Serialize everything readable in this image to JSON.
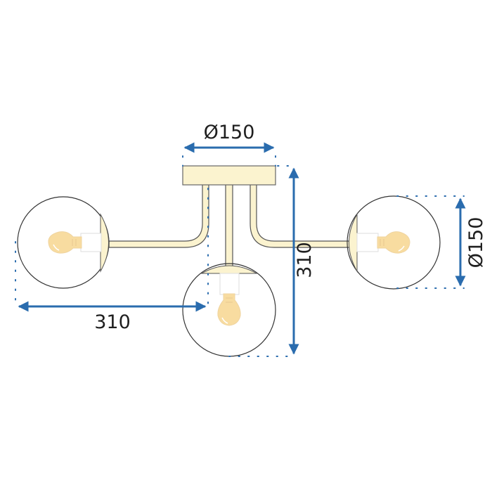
{
  "diagram": {
    "subject": "Three-globe ceiling lamp dimension drawing",
    "colors": {
      "dimension_line": "#2a6cae",
      "brass": "#fbf3cf",
      "outline": "#555555",
      "globe_outline": "#333333",
      "bulb": "#f8dca0",
      "socket": "#ffffff"
    },
    "dimensions": {
      "canopy_diameter": "Ø150",
      "globe_diameter": "Ø150",
      "width": "310",
      "height": "310"
    }
  }
}
